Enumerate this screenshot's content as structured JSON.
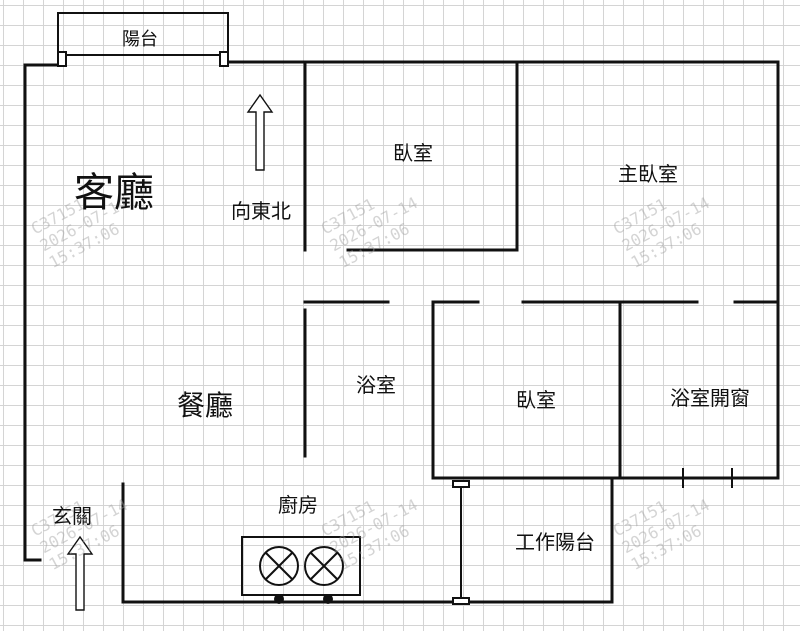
{
  "rooms": {
    "balcony": "陽台",
    "living_room": "客廳",
    "bedroom_north": "臥室",
    "master_bedroom": "主臥室",
    "orientation_note": "向東北",
    "dining_room": "餐廳",
    "bathroom": "浴室",
    "bedroom_middle": "臥室",
    "bathroom_window": "浴室開窗",
    "entrance": "玄關",
    "kitchen": "廚房",
    "utility_balcony": "工作陽台"
  },
  "watermark": {
    "id": "C37151",
    "date": "2026-07-14",
    "time": "15:37:06"
  },
  "colors": {
    "wall": "#111111",
    "grid": "#d4d4d4",
    "watermark": "#a0a0a0"
  }
}
